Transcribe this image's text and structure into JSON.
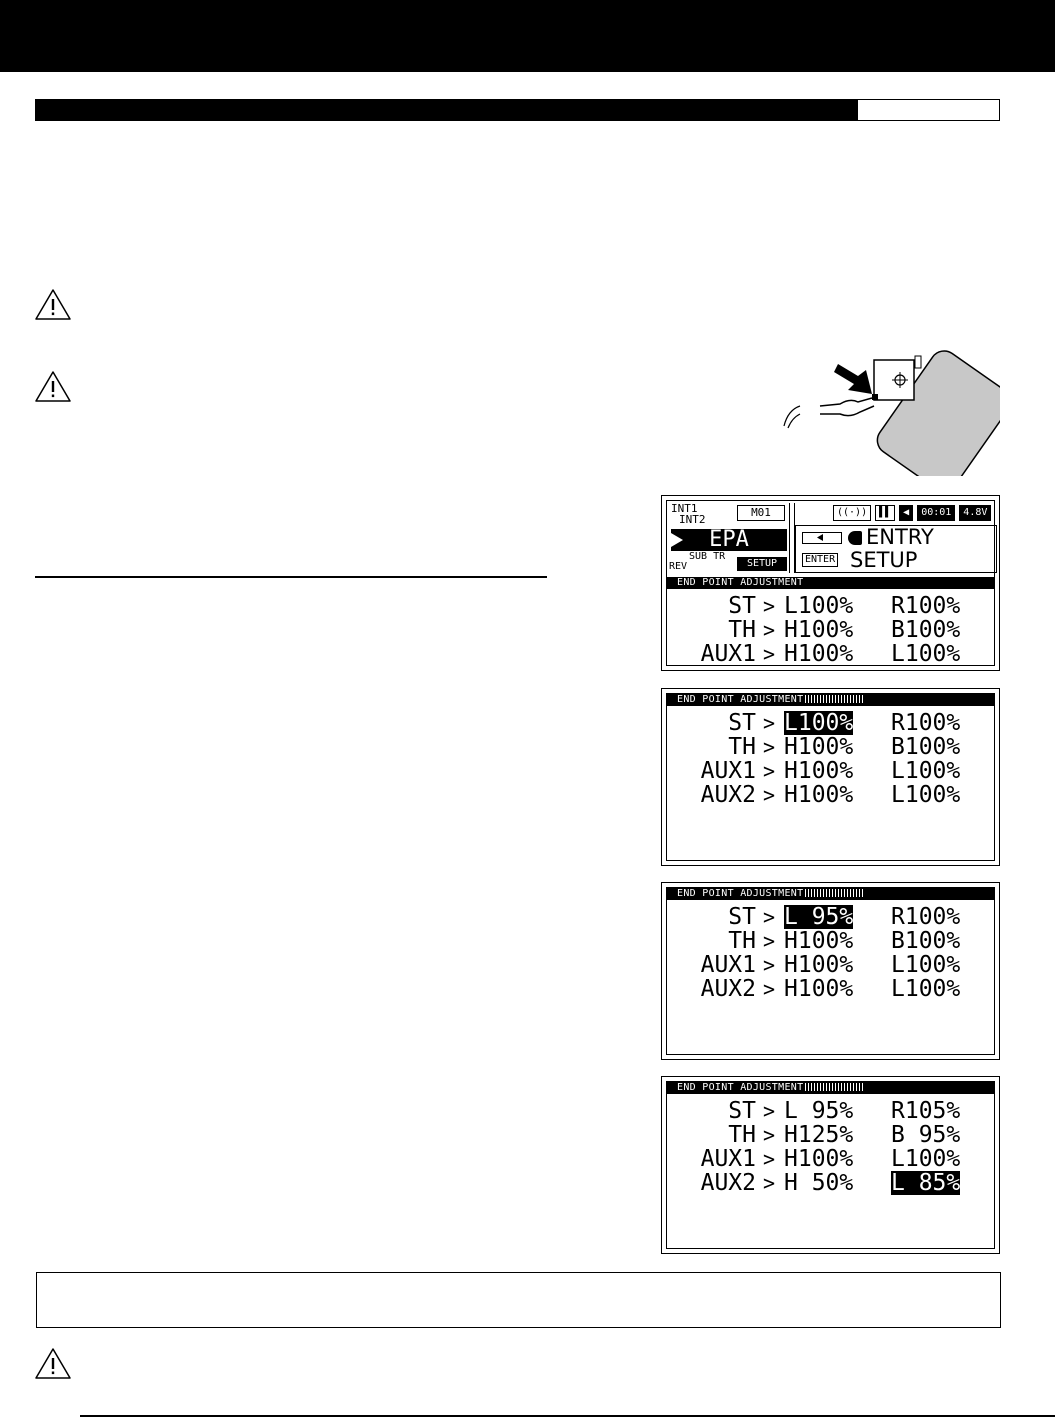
{
  "home_screen": {
    "int1": "INT1",
    "int2": "INT2",
    "model": "M01",
    "function": "EPA",
    "sub_tr": "SUB TR",
    "rev": "REV",
    "setup_button": "SETUP",
    "timer": "00:01",
    "voltage": "4.8V",
    "entry": "ENTRY",
    "enter_key": "ENTER",
    "setup": "SETUP",
    "header": "END POINT ADJUSTMENT",
    "rows": [
      {
        "ch": "ST",
        "v1": "L100%",
        "v2": "R100%"
      },
      {
        "ch": "TH",
        "v1": "H100%",
        "v2": "B100%"
      },
      {
        "ch": "AUX1",
        "v1": "H100%",
        "v2": "L100%"
      }
    ]
  },
  "screens": [
    {
      "header": "END POINT ADJUSTMENT",
      "rows": [
        {
          "ch": "ST",
          "v1": "L100%",
          "v2": "R100%"
        },
        {
          "ch": "TH",
          "v1": "H100%",
          "v2": "B100%"
        },
        {
          "ch": "AUX1",
          "v1": "H100%",
          "v2": "L100%"
        },
        {
          "ch": "AUX2",
          "v1": "H100%",
          "v2": "L100%"
        }
      ]
    },
    {
      "header": "END POINT ADJUSTMENT",
      "rows": [
        {
          "ch": "ST",
          "v1": "L 95%",
          "v2": "R100%"
        },
        {
          "ch": "TH",
          "v1": "H100%",
          "v2": "B100%"
        },
        {
          "ch": "AUX1",
          "v1": "H100%",
          "v2": "L100%"
        },
        {
          "ch": "AUX2",
          "v1": "H100%",
          "v2": "L100%"
        }
      ]
    },
    {
      "header": "END POINT ADJUSTMENT",
      "rows": [
        {
          "ch": "ST",
          "v1": "L 95%",
          "v2": "R105%"
        },
        {
          "ch": "TH",
          "v1": "H125%",
          "v2": "B 95%"
        },
        {
          "ch": "AUX1",
          "v1": "H100%",
          "v2": "L100%"
        },
        {
          "ch": "AUX2",
          "v1": "H 50%",
          "v2": "L 85%"
        }
      ]
    }
  ],
  "arrow_glyph": ">",
  "icons": [
    "warning-icon",
    "servo-arrow-icon"
  ]
}
